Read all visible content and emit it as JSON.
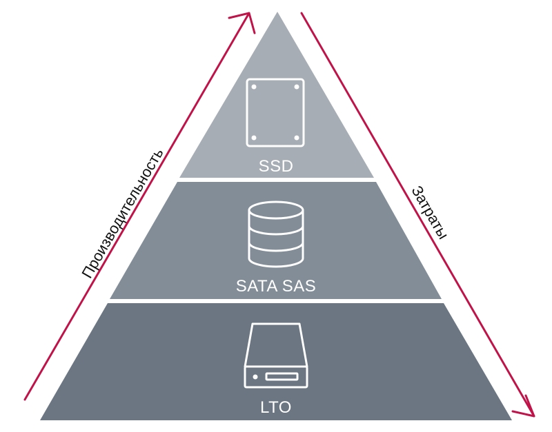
{
  "tiers": [
    {
      "label": "SSD",
      "icon": "ssd-drive-icon",
      "color": "#a6adb4"
    },
    {
      "label": "SATA SAS",
      "icon": "database-icon",
      "color": "#838d98"
    },
    {
      "label": "LTO",
      "icon": "tape-drive-icon",
      "color": "#6b7682"
    }
  ],
  "axes": {
    "left_label": "Производительность",
    "right_label": "Затраты",
    "arrow_color": "#c0134a"
  }
}
